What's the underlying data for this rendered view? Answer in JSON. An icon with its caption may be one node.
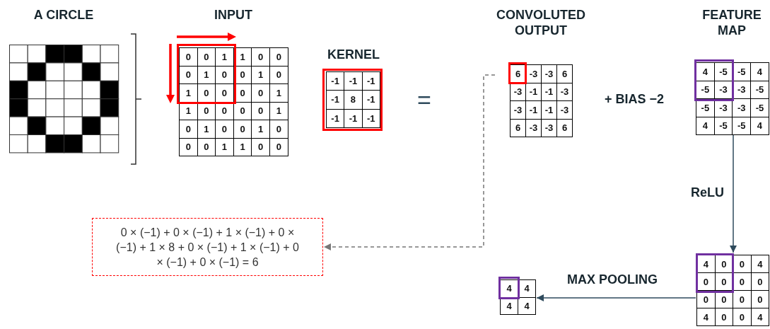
{
  "diagram": {
    "nodes": [
      {
        "text": [
          "A CIRCLE"
        ]
      },
      {
        "text": [
          "INPUT",
          "0",
          "0",
          "1",
          "1",
          "0",
          "0",
          "0",
          "1",
          "0",
          "0",
          "1",
          "0",
          "1",
          "0",
          "0",
          "0",
          "0",
          "1",
          "1",
          "0",
          "0",
          "0",
          "0",
          "1",
          "0",
          "1",
          "0",
          "0",
          "1",
          "0",
          "0",
          "0",
          "1",
          "1",
          "0",
          "0"
        ]
      },
      {
        "text": [
          "KERNEL",
          "-1",
          "-1",
          "-1",
          "-1",
          "8",
          "-1",
          "-1",
          "-1",
          "-1"
        ]
      },
      {
        "text": [
          "CONVOLUTED OUTPUT",
          "6",
          "-3",
          "-3",
          "6",
          "-3",
          "-1",
          "-1",
          "-3",
          "-3",
          "-1",
          "-1",
          "-3",
          "6",
          "-3",
          "-3",
          "6"
        ]
      },
      {
        "text": [
          "FEATURE MAP",
          "4",
          "-5",
          "-5",
          "4",
          "-5",
          "-3",
          "-3",
          "-5",
          "-5",
          "-3",
          "-3",
          "-5",
          "4",
          "-5",
          "-5",
          "4"
        ]
      },
      {
        "text": [
          "4",
          "0",
          "0",
          "4",
          "0",
          "0",
          "0",
          "0",
          "0",
          "0",
          "0",
          "0",
          "4",
          "0",
          "0",
          "4"
        ]
      },
      {
        "text": [
          "4",
          "4",
          "4",
          "4"
        ]
      },
      {
        "text": [
          "0 × (−1) + 0 × (−1) + 1 × (−1) + 0 × (−1) + 1 × 8 + 0 × (−1) + 1 × (−1) + 0 × (−1) + 0 × (−1) = 6"
        ]
      }
    ],
    "edges": [
      {
        "from": 3,
        "to": 7,
        "arrow": "to",
        "style": "dashed",
        "color": "#777777"
      },
      {
        "from": 4,
        "to": 5,
        "arrow": "to",
        "label": "ReLU"
      },
      {
        "from": 5,
        "to": 6,
        "arrow": "to",
        "label": "MAX POOLING"
      }
    ],
    "labels": [
      "=",
      "+ BIAS −2"
    ]
  }
}
